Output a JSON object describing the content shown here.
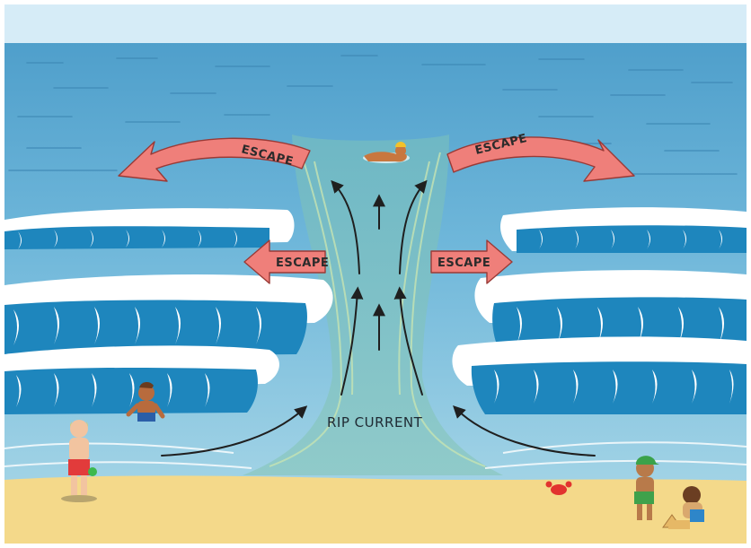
{
  "diagram": {
    "labels": {
      "escape_top_left": "ESCAPE",
      "escape_top_right": "ESCAPE",
      "escape_mid_left": "ESCAPE",
      "escape_mid_right": "ESCAPE",
      "rip_current": "RIP CURRENT"
    },
    "colors": {
      "sky": "#d6ecf7",
      "sea_far": "#5aaad2",
      "sea_near": "#86c6df",
      "rip_channel": "#7cc2c2",
      "wave_blue": "#1e86bd",
      "wave_foam": "#ffffff",
      "sand": "#f4d98a",
      "escape_arrow": "#ef7f7a",
      "flow_arrow": "#1f1f1f"
    }
  }
}
